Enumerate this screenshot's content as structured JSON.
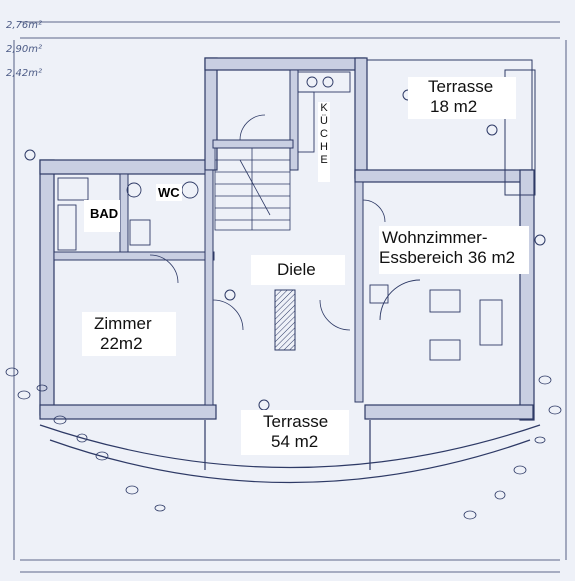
{
  "handwritten_notes": [
    "2,76m²",
    "2,90m²",
    "2,42m²"
  ],
  "rooms": {
    "terrasse_top": {
      "line1": "Terrasse",
      "line2": "18 m2"
    },
    "kueche": "KÜCHE",
    "wc": "WC",
    "bad": "BAD",
    "wohnzimmer": {
      "line1": "Wohnzimmer-",
      "line2": "Essbereich 36 m2"
    },
    "diele": "Diele",
    "zimmer": {
      "line1": "Zimmer",
      "line2": "22m2"
    },
    "terrasse_bottom": {
      "line1": "Terrasse",
      "line2": "54 m2"
    }
  },
  "colors": {
    "paper": "#eef1f8",
    "ink": "#2e3a66",
    "wall_fill": "#c9cfe2"
  }
}
